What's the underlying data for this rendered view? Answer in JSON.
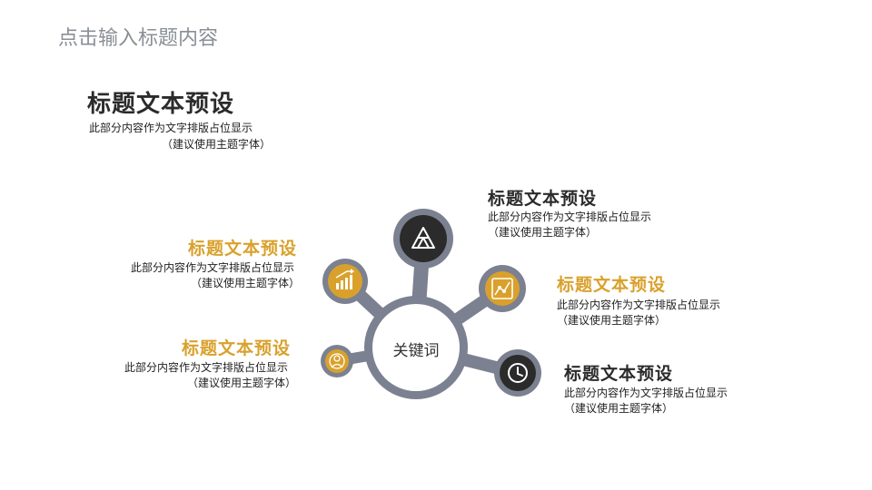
{
  "page": {
    "title": "点击输入标题内容"
  },
  "intro": {
    "title": "标题文本预设",
    "line1": "此部分内容作为文字排版占位显示",
    "line2": "（建议使用主题字体）"
  },
  "center": {
    "label": "关键词"
  },
  "blocks": [
    {
      "title": "标题文本预设",
      "line1": "此部分内容作为文字排版占位显示",
      "line2": "（建议使用主题字体）",
      "color": "#2b2b2b"
    },
    {
      "title": "标题文本预设",
      "line1": "此部分内容作为文字排版占位显示",
      "line2": "（建议使用主题字体）",
      "color": "#d9a12c"
    },
    {
      "title": "标题文本预设",
      "line1": "此部分内容作为文字排版占位显示",
      "line2": "（建议使用主题字体）",
      "color": "#d9a12c"
    },
    {
      "title": "标题文本预设",
      "line1": "此部分内容作为文字排版占位显示",
      "line2": "（建议使用主题字体）",
      "color": "#d9a12c"
    },
    {
      "title": "标题文本预设",
      "line1": "此部分内容作为文字排版占位显示",
      "line2": "（建议使用主题字体）",
      "color": "#2b2b2b"
    }
  ],
  "nodes": [
    {
      "icon": "triangle-icon",
      "style": "dark"
    },
    {
      "icon": "bar-chart-icon",
      "style": "gold"
    },
    {
      "icon": "line-chart-icon",
      "style": "gold"
    },
    {
      "icon": "user-icon",
      "style": "gold"
    },
    {
      "icon": "clock-icon",
      "style": "dark"
    }
  ],
  "colors": {
    "accent": "#d9a12c",
    "dark": "#2b2b2b",
    "connector": "#7b8190",
    "title_gray": "#8a8f96"
  }
}
